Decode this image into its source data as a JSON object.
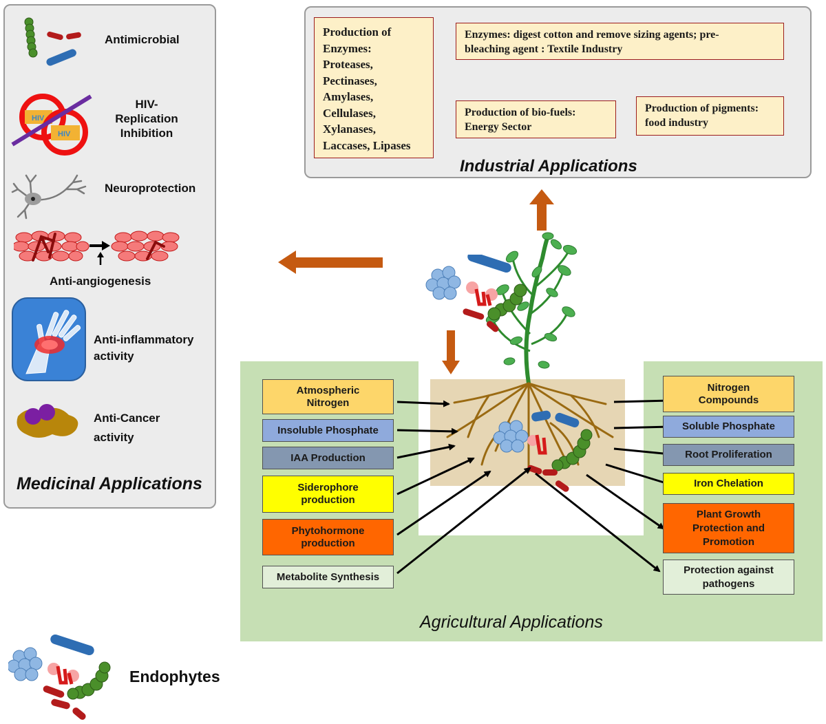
{
  "medicinal": {
    "title": "Medicinal Applications",
    "items": [
      {
        "label": "Antimicrobial"
      },
      {
        "label": "HIV-\nReplication\nInhibition",
        "badge": "HIV"
      },
      {
        "label": "Neuroprotection"
      },
      {
        "label": "Anti-angiogenesis"
      },
      {
        "label": "Anti-inflammatory\nactivity"
      },
      {
        "label": "Anti-Cancer\nactivity"
      }
    ]
  },
  "industrial": {
    "title": "Industrial Applications",
    "boxes": [
      {
        "text": "Production of\nEnzymes:\nProteases,\nPectinases,\nAmylases,\nCellulases,\nXylanases,\nLaccases, Lipases"
      },
      {
        "text": "Enzymes: digest cotton and remove sizing agents; pre-\nbleaching agent : Textile Industry"
      },
      {
        "text": "Production of bio-fuels:\nEnergy Sector"
      },
      {
        "text": "Production of pigments:\nfood industry"
      }
    ]
  },
  "agricultural": {
    "title": "Agricultural Applications",
    "inputs": [
      {
        "label": "Atmospheric\nNitrogen",
        "color": "#fdd66a"
      },
      {
        "label": "Insoluble Phosphate",
        "color": "#8faadc"
      },
      {
        "label": "IAA Production",
        "color": "#8497b0"
      },
      {
        "label": "Siderophore\nproduction",
        "color": "#ffff00"
      },
      {
        "label": "Phytohormone\nproduction",
        "color": "#ff6600"
      },
      {
        "label": "Metabolite Synthesis",
        "color": "#e2efd9"
      }
    ],
    "outputs": [
      {
        "label": "Nitrogen\nCompounds",
        "color": "#fdd66a"
      },
      {
        "label": "Soluble Phosphate",
        "color": "#8faadc"
      },
      {
        "label": "Root Proliferation",
        "color": "#8497b0"
      },
      {
        "label": "Iron Chelation",
        "color": "#ffff00"
      },
      {
        "label": "Plant Growth\nProtection and\nPromotion",
        "color": "#ff6600"
      },
      {
        "label": "Protection against\npathogens",
        "color": "#e2efd9"
      }
    ]
  },
  "legend": {
    "label": "Endophytes"
  },
  "colors": {
    "arrow": "#c55a11",
    "agri_bg": "#c6dfb4",
    "panel_bg": "#ececec",
    "industrial_box_bg": "#fdf0c8",
    "industrial_box_border": "#9b1b1b"
  }
}
